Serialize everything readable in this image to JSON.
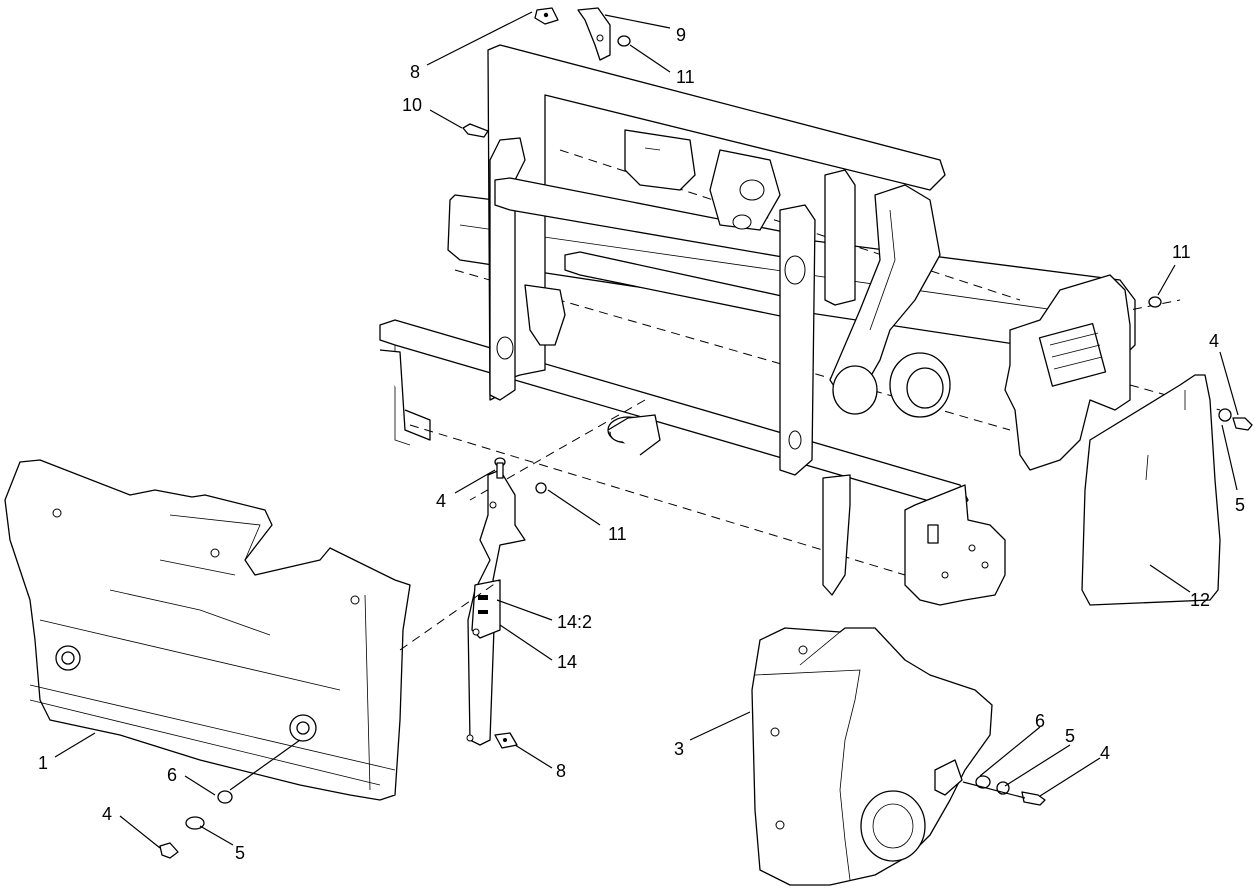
{
  "callouts": {
    "c8_top": "8",
    "c9": "9",
    "c11_top": "11",
    "c10": "10",
    "c11_right": "11",
    "c4_right": "4",
    "c5_right": "5",
    "c12": "12",
    "c4_mid": "4",
    "c11_mid": "11",
    "c14_2": "14:2",
    "c14": "14",
    "c8_bottom": "8",
    "c1": "1",
    "c6_left": "6",
    "c4_left": "4",
    "c5_left": "5",
    "c3": "3",
    "c6_right": "6",
    "c5_right_bottom": "5",
    "c4_right_bottom": "4"
  }
}
